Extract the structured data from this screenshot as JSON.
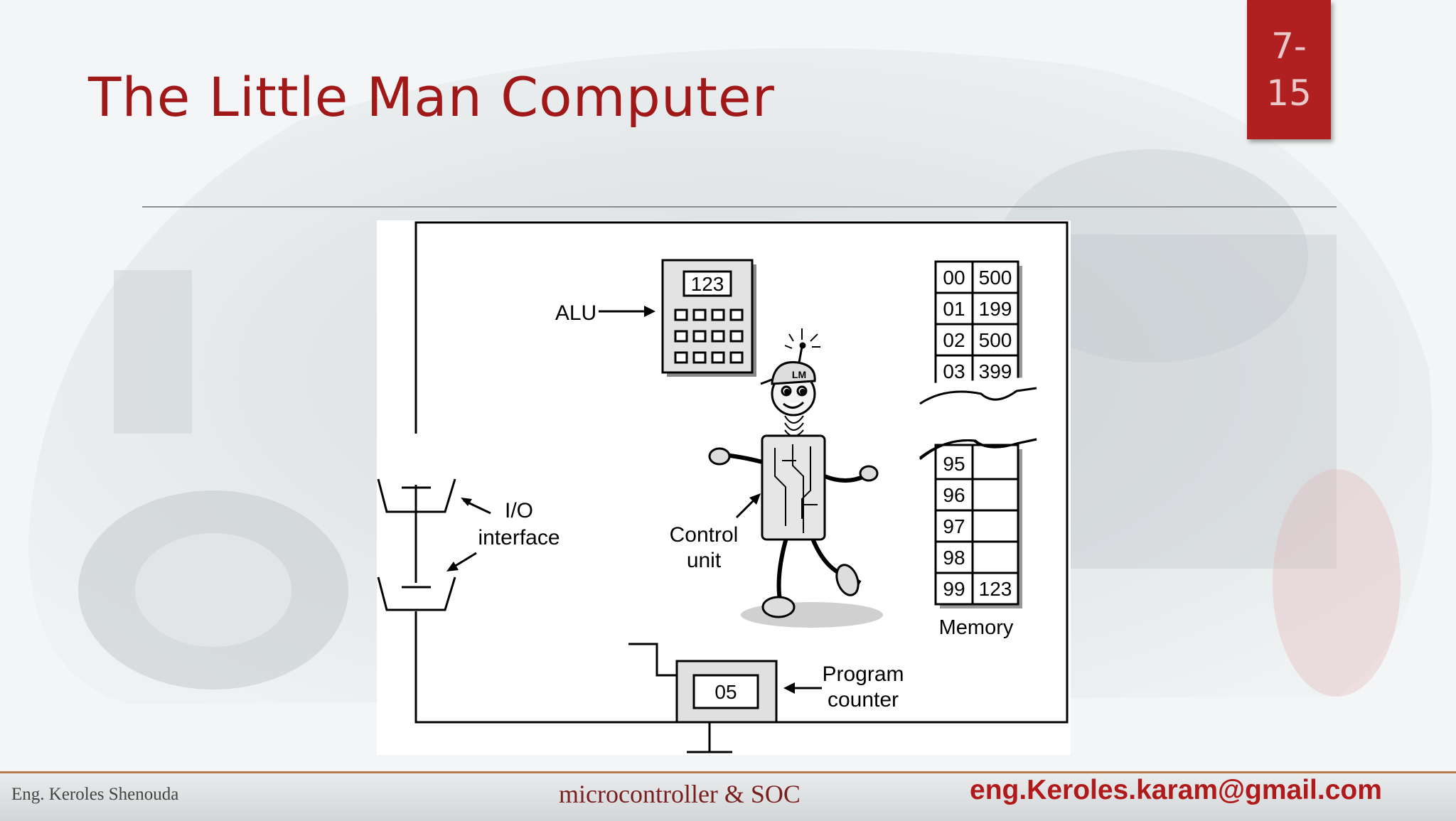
{
  "slide": {
    "title": "The Little Man Computer",
    "number_line1": "7-",
    "number_line2": "15"
  },
  "diagram": {
    "alu_label": "ALU",
    "alu_display": "123",
    "io_label_line1": "I/O",
    "io_label_line2": "interface",
    "control_label_line1": "Control",
    "control_label_line2": "unit",
    "cap_text": "LM",
    "memory_label": "Memory",
    "memory_top": [
      {
        "addr": "00",
        "value": "500"
      },
      {
        "addr": "01",
        "value": "199"
      },
      {
        "addr": "02",
        "value": "500"
      },
      {
        "addr": "03",
        "value": "399"
      }
    ],
    "memory_bottom": [
      {
        "addr": "95",
        "value": ""
      },
      {
        "addr": "96",
        "value": ""
      },
      {
        "addr": "97",
        "value": ""
      },
      {
        "addr": "98",
        "value": ""
      },
      {
        "addr": "99",
        "value": "123"
      }
    ],
    "pc_value": "05",
    "pc_label_line1": "Program",
    "pc_label_line2": "counter"
  },
  "footer": {
    "author": "Eng. Keroles Shenouda",
    "course": "microcontroller & SOC",
    "email": "eng.Keroles.karam@gmail.com"
  }
}
